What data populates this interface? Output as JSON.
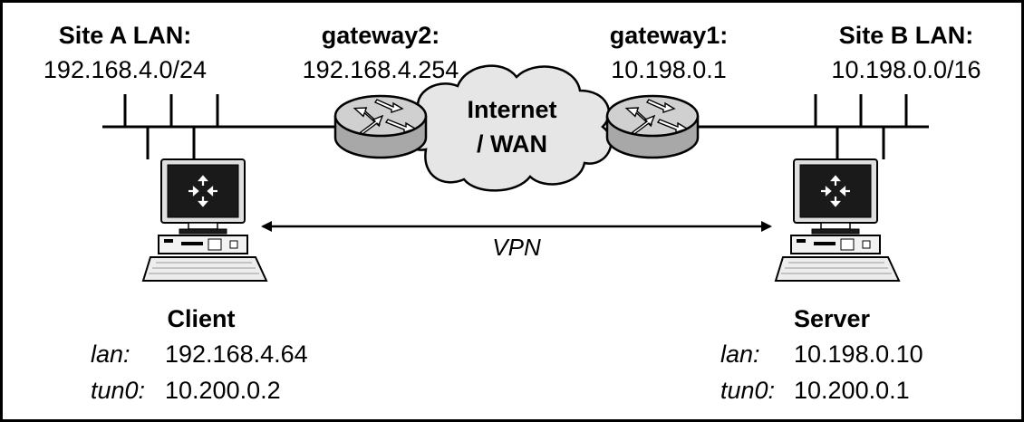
{
  "site_a": {
    "title": "Site A LAN:",
    "subnet": "192.168.4.0/24"
  },
  "gateway2": {
    "title": "gateway2:",
    "address": "192.168.4.254"
  },
  "gateway1": {
    "title": "gateway1:",
    "address": "10.198.0.1"
  },
  "site_b": {
    "title": "Site B LAN:",
    "subnet": "10.198.0.0/16"
  },
  "internet": {
    "line1": "Internet",
    "line2": "/ WAN"
  },
  "vpn": {
    "label": "VPN"
  },
  "client": {
    "title": "Client",
    "lan_label": "lan:",
    "lan_value": "192.168.4.64",
    "tun_label": "tun0:",
    "tun_value": "10.200.0.2"
  },
  "server": {
    "title": "Server",
    "lan_label": "lan:",
    "lan_value": "10.198.0.10",
    "tun_label": "tun0:",
    "tun_value": "10.200.0.1"
  },
  "colors": {
    "stroke": "#000000",
    "router_fill": "#c8c8c8",
    "cloud_fill": "#e6e6e6",
    "screen": "#1a1a1a"
  }
}
